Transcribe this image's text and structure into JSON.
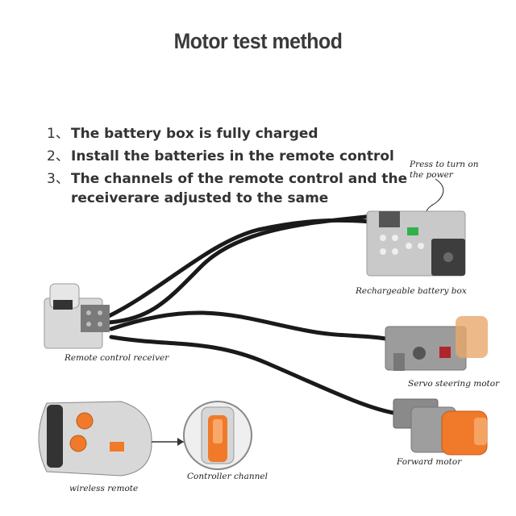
{
  "title": "Motor test method",
  "steps": [
    {
      "num": "1、",
      "text": "The battery box is fully charged"
    },
    {
      "num": "2、",
      "text": "Install the batteries in the remote control"
    },
    {
      "num": "3、",
      "text": "The channels of the remote control and the receiverare adjusted to the same"
    }
  ],
  "labels": {
    "press_power": "Press to turn on the power",
    "battery_box": "Rechargeable battery box",
    "receiver": "Remote control receiver",
    "servo": "Servo steering motor",
    "forward": "Forward motor",
    "controller_channel": "Controller channel",
    "wireless_remote": "wireless remote"
  },
  "colors": {
    "brick_gray": "#c9c9c9",
    "dark_gray": "#6a6a6a",
    "orange": "#f07a2a",
    "cable": "#1a1a1a",
    "power_led": "#2fb24a"
  }
}
